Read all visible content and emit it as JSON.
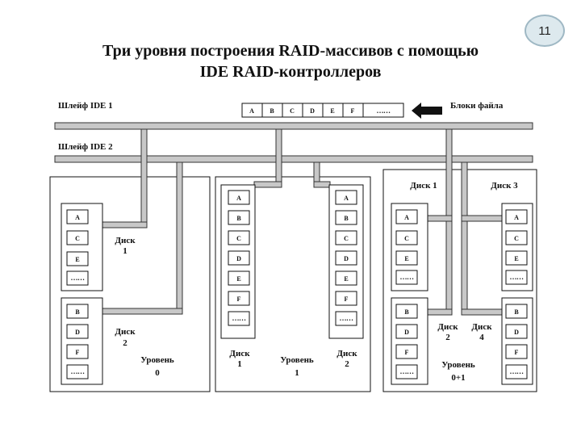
{
  "slide_number": "11",
  "title_line1": "Три уровня  построения RAID-массивов с помощью",
  "title_line2": "IDE RAID-контроллеров",
  "bus1_label": "Шлейф IDE 1",
  "bus2_label": "Шлейф IDE 2",
  "file_blocks_label": "Блоки файла",
  "file_blocks": [
    "A",
    "B",
    "C",
    "D",
    "E",
    "F"
  ],
  "dots": "……",
  "level0": {
    "disk1": [
      "A",
      "C",
      "E",
      "……"
    ],
    "disk2": [
      "B",
      "D",
      "F",
      "……"
    ],
    "disk1_label1": "Диск",
    "disk1_label2": "1",
    "disk2_label1": "Диск",
    "disk2_label2": "2",
    "level_label1": "Уровень",
    "level_label2": "0"
  },
  "level1": {
    "disk_cells": [
      "A",
      "B",
      "C",
      "D",
      "E",
      "F",
      "……"
    ],
    "disk1_label1": "Диск",
    "disk1_label2": "1",
    "disk2_label1": "Диск",
    "disk2_label2": "2",
    "level_label1": "Уровень",
    "level_label2": "1"
  },
  "level01": {
    "top_cells": [
      "A",
      "C",
      "E",
      "……"
    ],
    "bottom_cells": [
      "B",
      "D",
      "F",
      "……"
    ],
    "disk1_label": "Диск 1",
    "disk3_label": "Диск 3",
    "disk2_label1": "Диск",
    "disk2_label2": "2",
    "disk4_label1": "Диск",
    "disk4_label2": "4",
    "level_label1": "Уровень",
    "level_label2": "0+1"
  }
}
